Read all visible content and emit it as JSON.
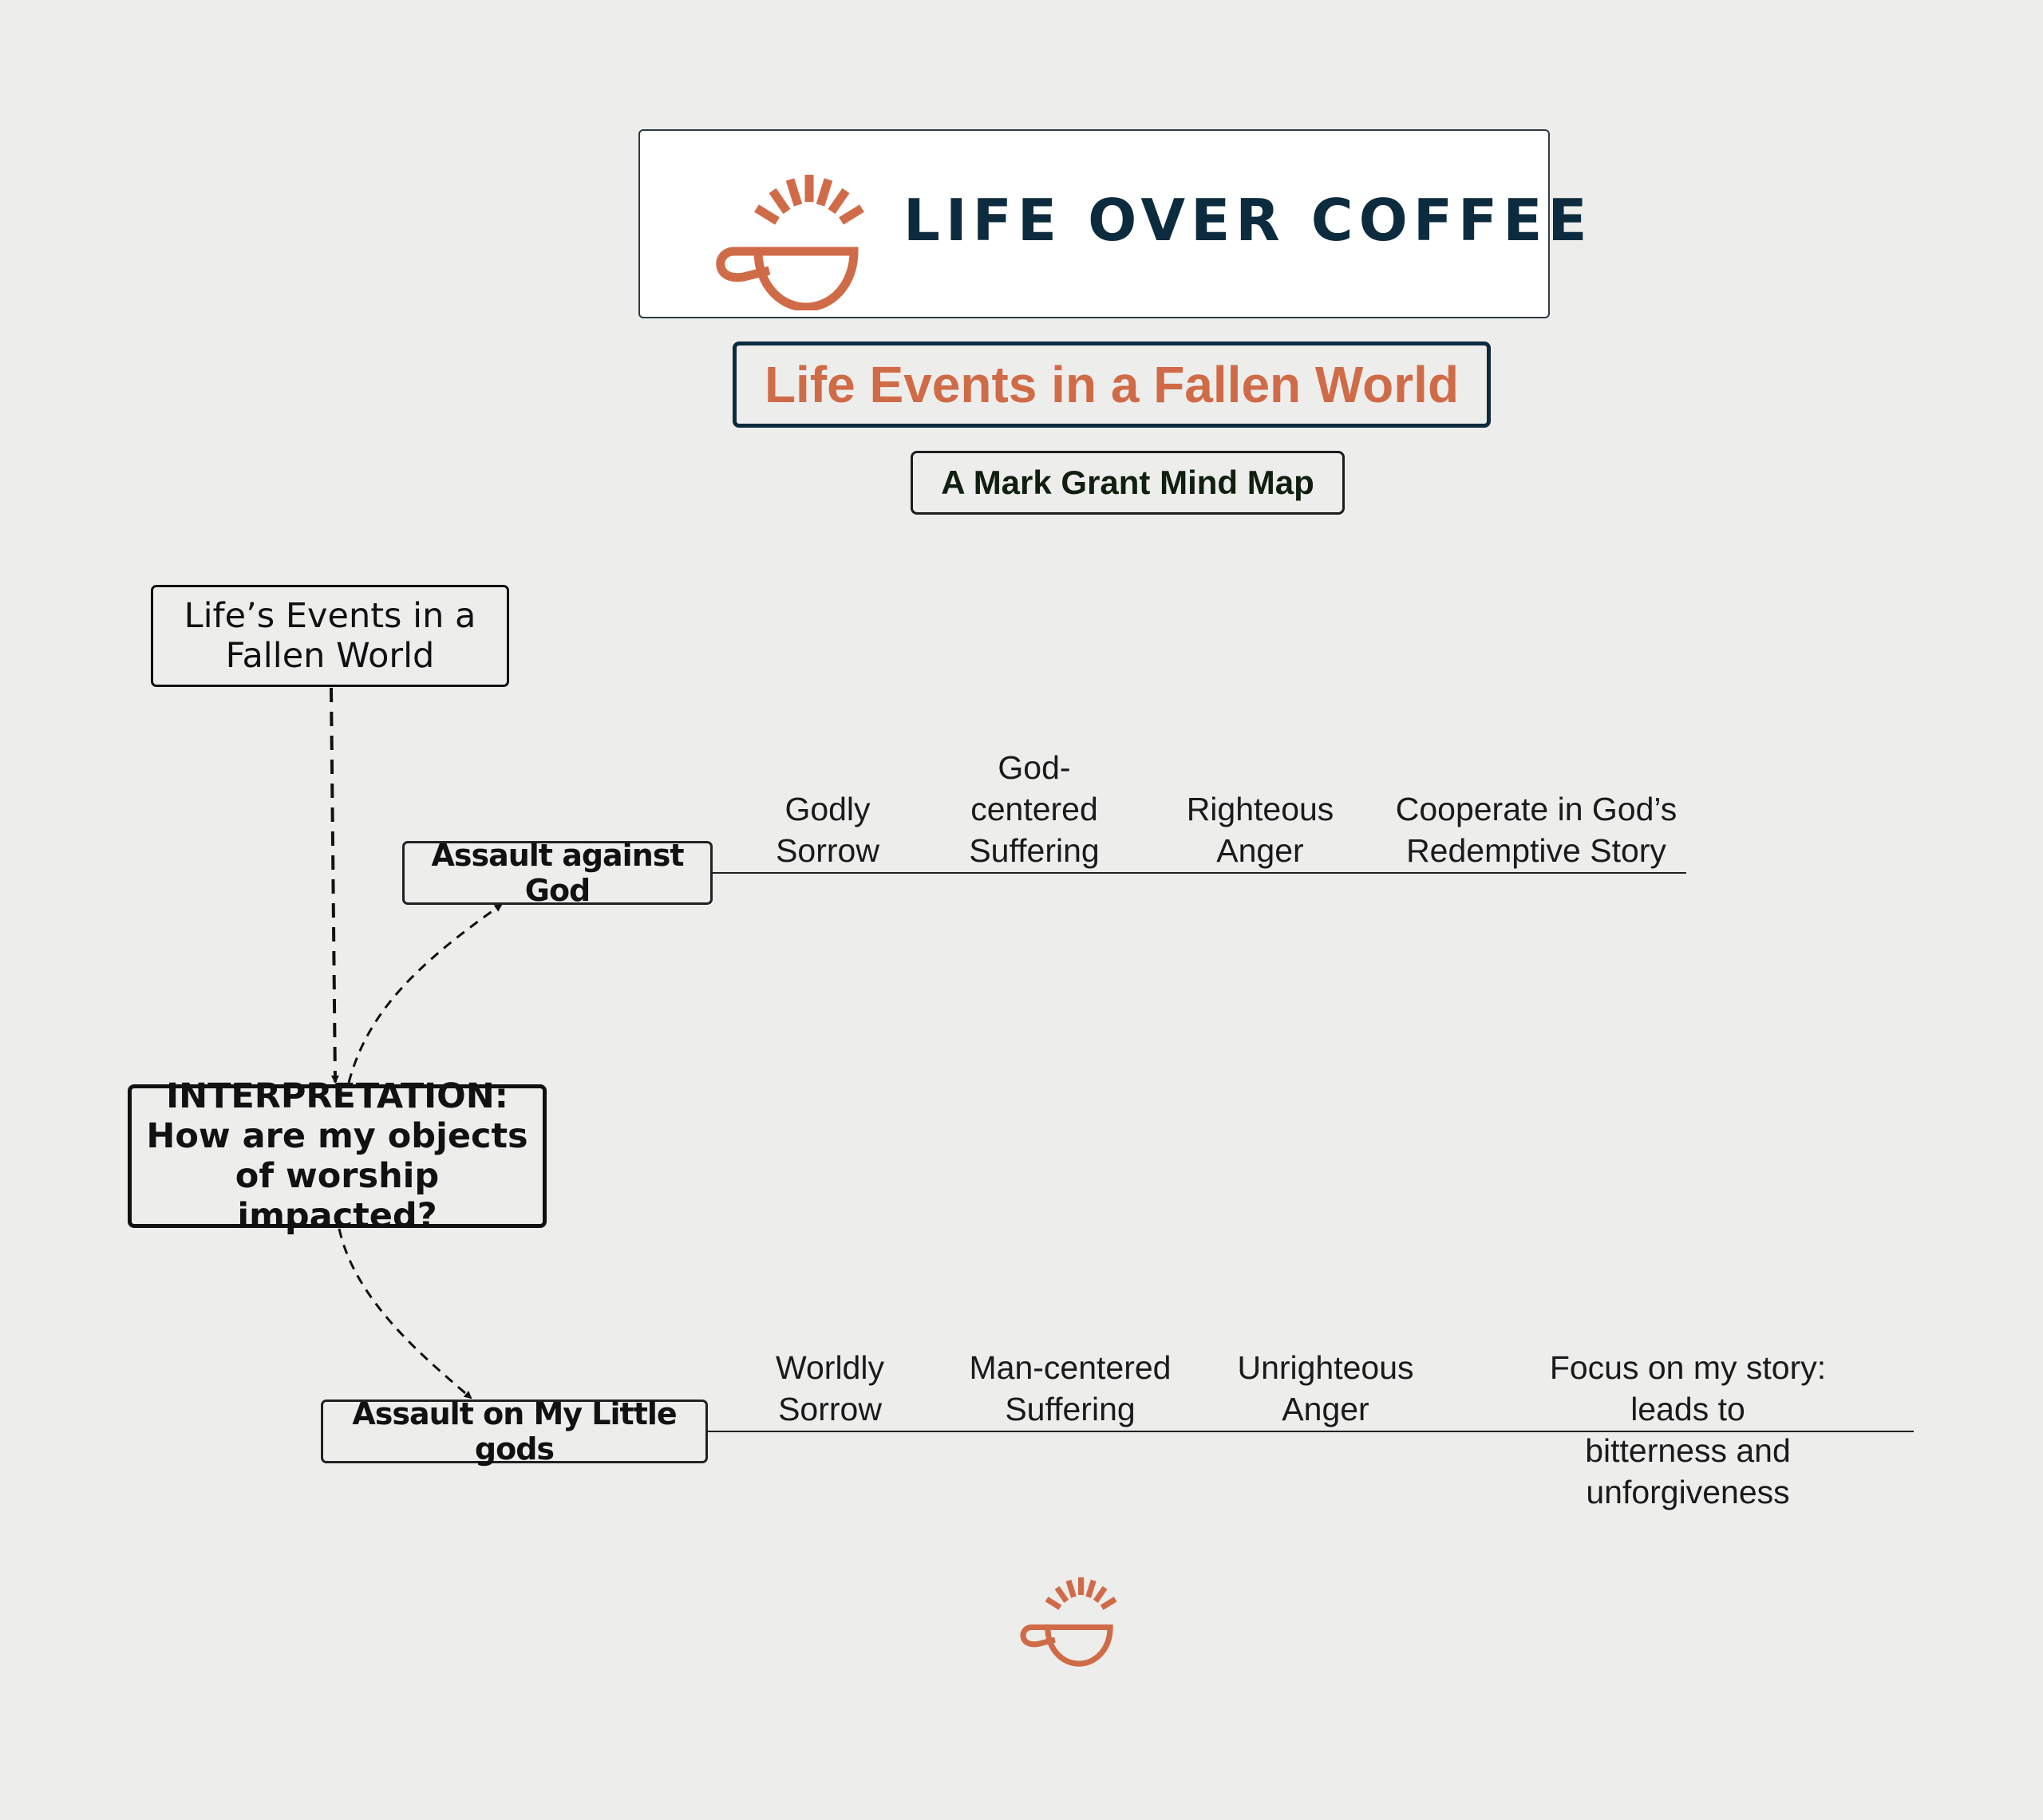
{
  "header": {
    "logo_text": "LIFE OVER COFFEE",
    "title": "Life Events in a Fallen World",
    "subtitle": "A Mark Grant Mind Map"
  },
  "nodes": {
    "events": "Life’s Events in a\nFallen World",
    "interpretation": "INTERPRETATION:\nHow are my objects\nof worship impacted?",
    "assault_god": "Assault against God",
    "assault_gods": "Assault on My Little gods"
  },
  "god_branch": [
    "Godly\nSorrow",
    "God-\ncentered\nSuffering",
    "Righteous\nAnger",
    "Cooperate in God’s\nRedemptive Story"
  ],
  "gods_branch": [
    "Worldly\nSorrow",
    "Man-centered\nSuffering",
    "Unrighteous\nAnger",
    "Focus on my story: leads to\nbitterness and unforgiveness"
  ],
  "colors": {
    "accent": "#d06b48",
    "navy": "#0d2b3e",
    "background": "#ededec"
  },
  "icons": [
    "coffee-cup-sunrise-icon"
  ]
}
